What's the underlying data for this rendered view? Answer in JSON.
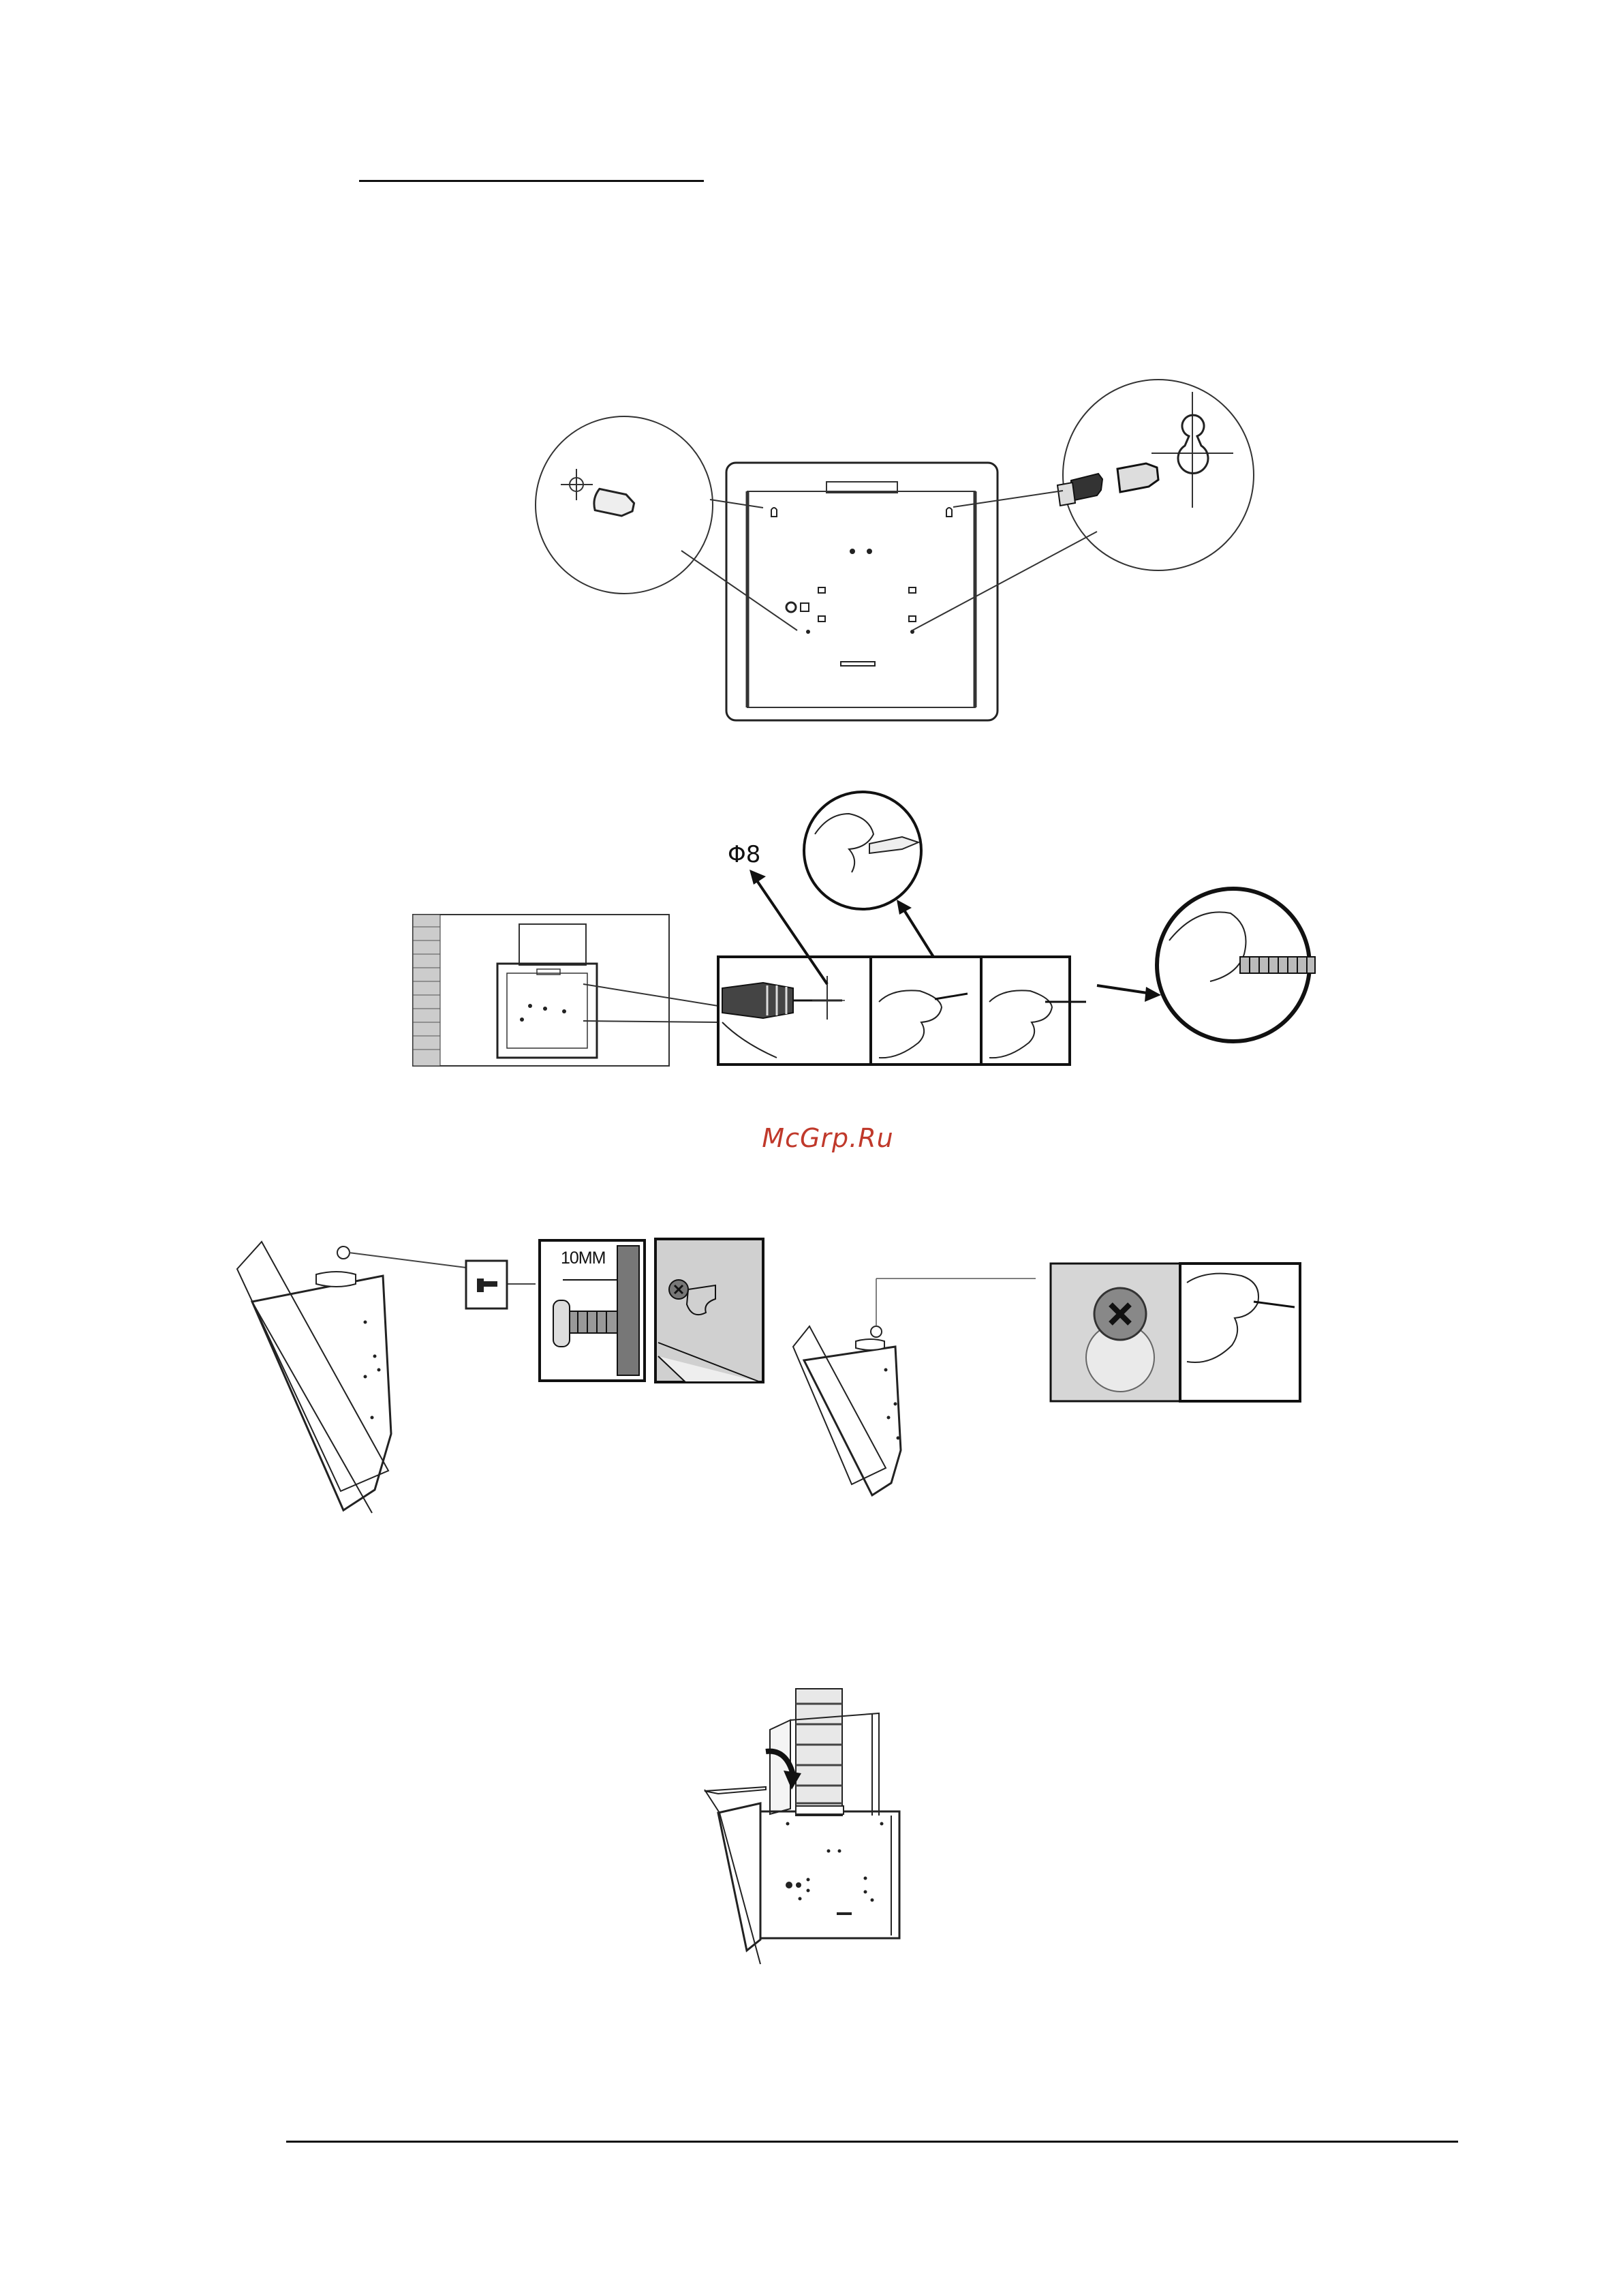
{
  "figure2": {
    "drill_label": "Φ8"
  },
  "figure3": {
    "gap_label": "10MM"
  },
  "watermark": {
    "text": "McGrp.Ru"
  }
}
